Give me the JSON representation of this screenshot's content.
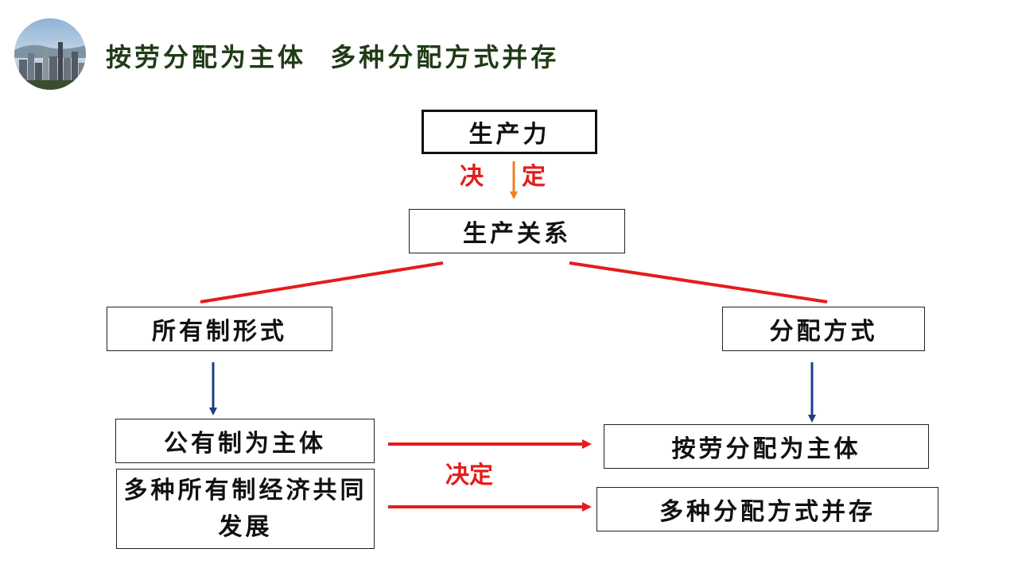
{
  "header": {
    "title": "按劳分配为主体  多种分配方式并存"
  },
  "diagram": {
    "nodes": {
      "productive_forces": "生产力",
      "relations_of_production": "生产关系",
      "ownership_forms": "所有制形式",
      "distribution_methods": "分配方式",
      "public_ownership_main": "公有制为主体",
      "mixed_ownership": "多种所有制经济共同发展",
      "labor_distribution_main": "按劳分配为主体",
      "multiple_distribution": "多种分配方式并存"
    },
    "edge_labels": {
      "determines_left": "决",
      "determines_right": "定",
      "determines_bottom": "决定"
    }
  },
  "colors": {
    "title": "#1f3b16",
    "red_line": "#e51c1c",
    "blue_arrow": "#1f3d8c",
    "orange_arrow": "#f07f22"
  }
}
